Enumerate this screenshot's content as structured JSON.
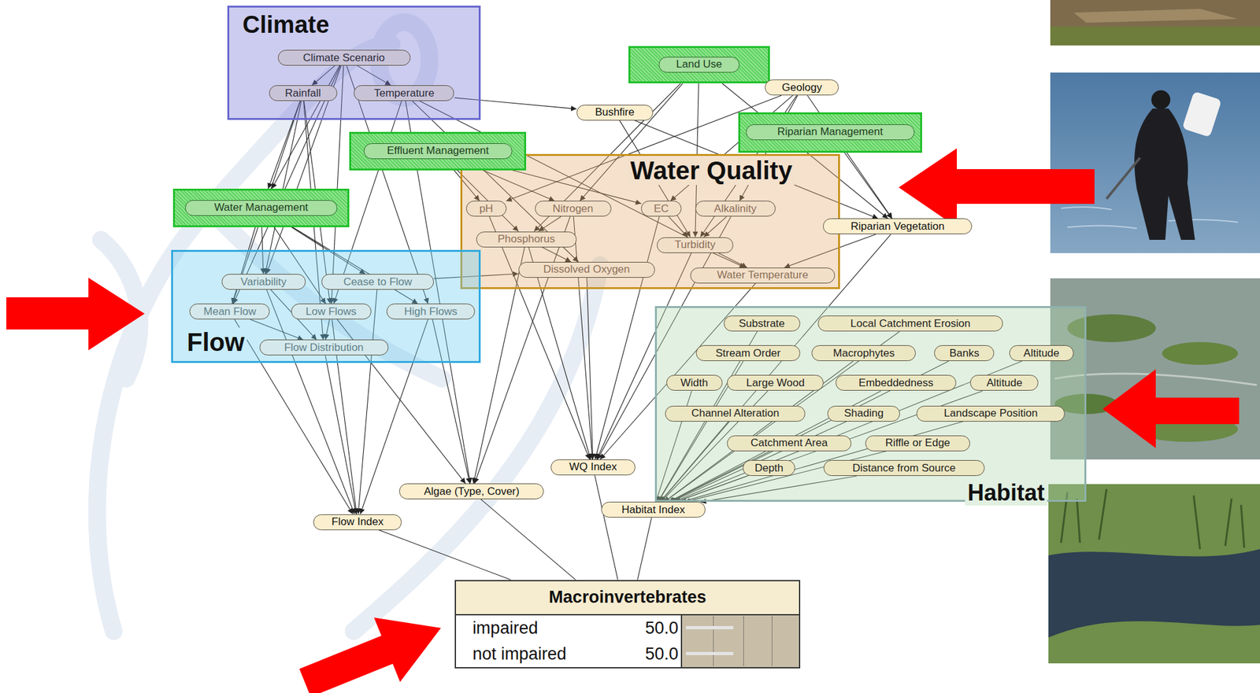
{
  "diagram": {
    "nodes": [
      {
        "text": [
          "Climate"
        ]
      },
      {
        "text": [
          "Climate Scenario"
        ],
        "in": 0
      },
      {
        "text": [
          "Rainfall"
        ],
        "in": 0
      },
      {
        "text": [
          "Temperature"
        ],
        "in": 0
      },
      {
        "text": [
          "Land Use"
        ]
      },
      {
        "text": [
          "Geology"
        ]
      },
      {
        "text": [
          "Bushfire"
        ]
      },
      {
        "text": [
          "Riparian Management"
        ]
      },
      {
        "text": [
          "Effluent Management"
        ]
      },
      {
        "text": [
          "Water Quality"
        ]
      },
      {
        "text": [
          "pH"
        ],
        "in": 9
      },
      {
        "text": [
          "Nitrogen"
        ],
        "in": 9
      },
      {
        "text": [
          "EC"
        ],
        "in": 9
      },
      {
        "text": [
          "Alkalinity"
        ],
        "in": 9
      },
      {
        "text": [
          "Riparian Vegetation"
        ]
      },
      {
        "text": [
          "Phosphorus"
        ],
        "in": 9
      },
      {
        "text": [
          "Turbidity"
        ],
        "in": 9
      },
      {
        "text": [
          "Dissolved Oxygen"
        ],
        "in": 9
      },
      {
        "text": [
          "Water Temperature"
        ],
        "in": 9
      },
      {
        "text": [
          "Water Management"
        ]
      },
      {
        "text": [
          "Flow"
        ]
      },
      {
        "text": [
          "Variability"
        ],
        "in": 20
      },
      {
        "text": [
          "Cease to Flow"
        ],
        "in": 20
      },
      {
        "text": [
          "Mean Flow"
        ],
        "in": 20
      },
      {
        "text": [
          "Low Flows"
        ],
        "in": 20
      },
      {
        "text": [
          "High Flows"
        ],
        "in": 20
      },
      {
        "text": [
          "Flow Distribution"
        ],
        "in": 20
      },
      {
        "text": [
          "Habitat"
        ]
      },
      {
        "text": [
          "Substrate"
        ],
        "in": 27
      },
      {
        "text": [
          "Local Catchment Erosion"
        ],
        "in": 27
      },
      {
        "text": [
          "Stream Order"
        ],
        "in": 27
      },
      {
        "text": [
          "Macrophytes"
        ],
        "in": 27
      },
      {
        "text": [
          "Banks"
        ],
        "in": 27
      },
      {
        "text": [
          "Altitude"
        ],
        "in": 27
      },
      {
        "text": [
          "Width"
        ],
        "in": 27
      },
      {
        "text": [
          "Large Wood"
        ],
        "in": 27
      },
      {
        "text": [
          "Embeddedness"
        ],
        "in": 27
      },
      {
        "text": [
          "Altitude"
        ],
        "in": 27
      },
      {
        "text": [
          "Channel Alteration"
        ],
        "in": 27
      },
      {
        "text": [
          "Shading"
        ],
        "in": 27
      },
      {
        "text": [
          "Landscape Position"
        ],
        "in": 27
      },
      {
        "text": [
          "Catchment Area"
        ],
        "in": 27
      },
      {
        "text": [
          "Riffle or Edge"
        ],
        "in": 27
      },
      {
        "text": [
          "Depth"
        ],
        "in": 27
      },
      {
        "text": [
          "Distance from Source"
        ],
        "in": 27
      },
      {
        "text": [
          "WQ Index"
        ]
      },
      {
        "text": [
          "Algae (Type, Cover)"
        ]
      },
      {
        "text": [
          "Habitat Index"
        ]
      },
      {
        "text": [
          "Flow Index"
        ]
      },
      {
        "text": [
          "Macroinvertebrates",
          "impaired",
          "50.0",
          "not impaired",
          "50.0"
        ]
      }
    ],
    "edges": [
      {
        "from": 1,
        "to": 2,
        "arrow": "to"
      },
      {
        "from": 1,
        "to": 3,
        "arrow": "to"
      },
      {
        "from": 1,
        "to": 19,
        "arrow": "to"
      },
      {
        "from": 1,
        "to": 21,
        "arrow": "to"
      },
      {
        "from": 1,
        "to": 23,
        "arrow": "to"
      },
      {
        "from": 1,
        "to": 24,
        "arrow": "to"
      },
      {
        "from": 1,
        "to": 25,
        "arrow": "to"
      },
      {
        "from": 2,
        "to": 21,
        "arrow": "to"
      },
      {
        "from": 2,
        "to": 23,
        "arrow": "to"
      },
      {
        "from": 2,
        "to": 24,
        "arrow": "to"
      },
      {
        "from": 2,
        "to": 26,
        "arrow": "to"
      },
      {
        "from": 2,
        "to": 19,
        "arrow": "to"
      },
      {
        "from": 3,
        "to": 6,
        "arrow": "to"
      },
      {
        "from": 3,
        "to": 18,
        "arrow": "to"
      },
      {
        "from": 3,
        "to": 17,
        "arrow": "to"
      },
      {
        "from": 3,
        "to": 46,
        "arrow": "to"
      },
      {
        "from": 3,
        "to": 24,
        "arrow": "to"
      },
      {
        "from": 4,
        "to": 14,
        "arrow": "to"
      },
      {
        "from": 4,
        "to": 11,
        "arrow": "to"
      },
      {
        "from": 4,
        "to": 15,
        "arrow": "to"
      },
      {
        "from": 4,
        "to": 16,
        "arrow": "to"
      },
      {
        "from": 5,
        "to": 10,
        "arrow": "to"
      },
      {
        "from": 5,
        "to": 12,
        "arrow": "to"
      },
      {
        "from": 5,
        "to": 13,
        "arrow": "to"
      },
      {
        "from": 5,
        "to": 14,
        "arrow": "to"
      },
      {
        "from": 5,
        "to": 16,
        "arrow": "to"
      },
      {
        "from": 6,
        "to": 14,
        "arrow": "to"
      },
      {
        "from": 6,
        "to": 16,
        "arrow": "to"
      },
      {
        "from": 7,
        "to": 14,
        "arrow": "to"
      },
      {
        "from": 8,
        "to": 10,
        "arrow": "to"
      },
      {
        "from": 8,
        "to": 11,
        "arrow": "to"
      },
      {
        "from": 8,
        "to": 12,
        "arrow": "to"
      },
      {
        "from": 8,
        "to": 15,
        "arrow": "to"
      },
      {
        "from": 12,
        "to": 16,
        "arrow": "to"
      },
      {
        "from": 13,
        "to": 16,
        "arrow": "to"
      },
      {
        "from": 16,
        "to": 18,
        "arrow": "to"
      },
      {
        "from": 15,
        "to": 17,
        "arrow": "to"
      },
      {
        "from": 11,
        "to": 15,
        "arrow": "to"
      },
      {
        "from": 10,
        "to": 45,
        "arrow": "to"
      },
      {
        "from": 11,
        "to": 45,
        "arrow": "to"
      },
      {
        "from": 12,
        "to": 45,
        "arrow": "to"
      },
      {
        "from": 13,
        "to": 45,
        "arrow": "to"
      },
      {
        "from": 15,
        "to": 45,
        "arrow": "to"
      },
      {
        "from": 16,
        "to": 45,
        "arrow": "to"
      },
      {
        "from": 17,
        "to": 45,
        "arrow": "to"
      },
      {
        "from": 18,
        "to": 45,
        "arrow": "to"
      },
      {
        "from": 11,
        "to": 46,
        "arrow": "to"
      },
      {
        "from": 15,
        "to": 46,
        "arrow": "to"
      },
      {
        "from": 14,
        "to": 47,
        "arrow": "to"
      },
      {
        "from": 14,
        "to": 18,
        "arrow": "to"
      },
      {
        "from": 19,
        "to": 21,
        "arrow": "to"
      },
      {
        "from": 19,
        "to": 22,
        "arrow": "to"
      },
      {
        "from": 19,
        "to": 23,
        "arrow": "to"
      },
      {
        "from": 19,
        "to": 24,
        "arrow": "to"
      },
      {
        "from": 19,
        "to": 25,
        "arrow": "to"
      },
      {
        "from": 22,
        "to": 17,
        "arrow": "to"
      },
      {
        "from": 21,
        "to": 48,
        "arrow": "to"
      },
      {
        "from": 22,
        "to": 48,
        "arrow": "to"
      },
      {
        "from": 23,
        "to": 48,
        "arrow": "to"
      },
      {
        "from": 24,
        "to": 48,
        "arrow": "to"
      },
      {
        "from": 25,
        "to": 48,
        "arrow": "to"
      },
      {
        "from": 26,
        "to": 48,
        "arrow": "to"
      },
      {
        "from": 24,
        "to": 46,
        "arrow": "to"
      },
      {
        "from": 25,
        "to": 46,
        "arrow": "to"
      },
      {
        "from": 21,
        "to": 26,
        "arrow": "to"
      },
      {
        "from": 23,
        "to": 26,
        "arrow": "to"
      },
      {
        "from": 24,
        "to": 26,
        "arrow": "to"
      },
      {
        "from": 28,
        "to": 47,
        "arrow": "to"
      },
      {
        "from": 29,
        "to": 47,
        "arrow": "to"
      },
      {
        "from": 30,
        "to": 47,
        "arrow": "to"
      },
      {
        "from": 31,
        "to": 47,
        "arrow": "to"
      },
      {
        "from": 32,
        "to": 47,
        "arrow": "to"
      },
      {
        "from": 33,
        "to": 47,
        "arrow": "to"
      },
      {
        "from": 34,
        "to": 47,
        "arrow": "to"
      },
      {
        "from": 35,
        "to": 47,
        "arrow": "to"
      },
      {
        "from": 36,
        "to": 47,
        "arrow": "to"
      },
      {
        "from": 37,
        "to": 47,
        "arrow": "to"
      },
      {
        "from": 38,
        "to": 47,
        "arrow": "to"
      },
      {
        "from": 39,
        "to": 47,
        "arrow": "to"
      },
      {
        "from": 40,
        "to": 47,
        "arrow": "to"
      },
      {
        "from": 41,
        "to": 47,
        "arrow": "to"
      },
      {
        "from": 42,
        "to": 47,
        "arrow": "to"
      },
      {
        "from": 43,
        "to": 47,
        "arrow": "to"
      },
      {
        "from": 44,
        "to": 47,
        "arrow": "to"
      },
      {
        "from": 48,
        "to": 49,
        "arrow": "none"
      },
      {
        "from": 46,
        "to": 49,
        "arrow": "none"
      },
      {
        "from": 45,
        "to": 49,
        "arrow": "none"
      },
      {
        "from": 47,
        "to": 49,
        "arrow": "none"
      }
    ]
  }
}
